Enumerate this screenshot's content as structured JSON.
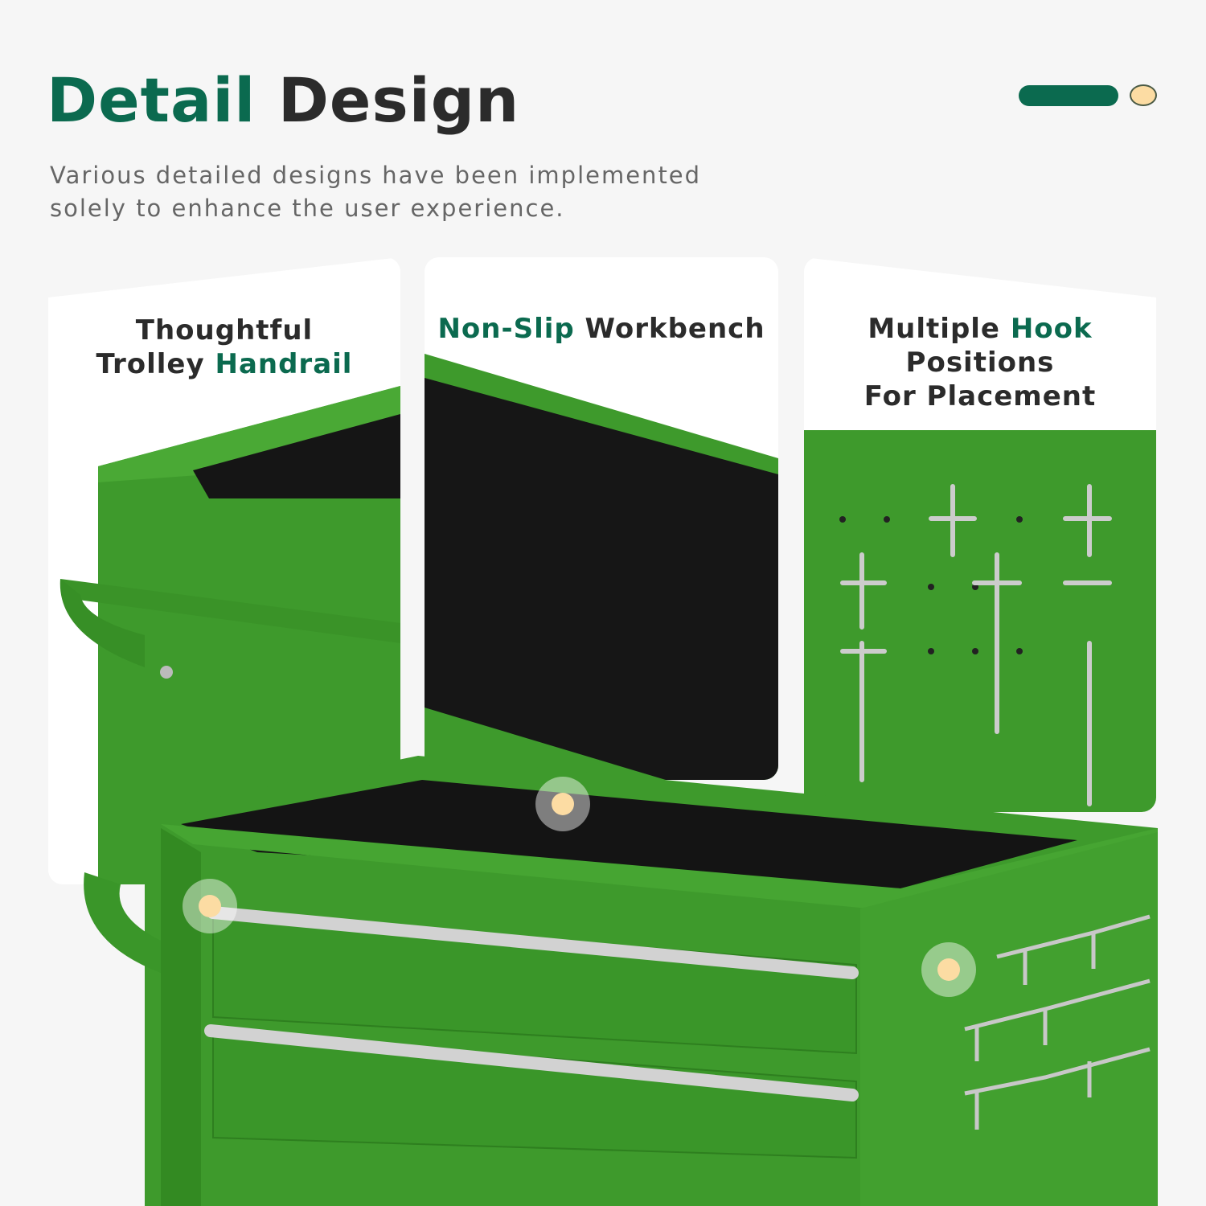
{
  "header": {
    "title_accent": "Detail",
    "title_rest": "Design",
    "subtitle_line1": "Various detailed designs have been implemented",
    "subtitle_line2": "solely to enhance the user experience."
  },
  "cards": [
    {
      "line1": "Thoughtful",
      "line2_plain": "Trolley ",
      "line2_accent": "Handrail"
    },
    {
      "accent": "Non-Slip",
      "plain": " Workbench"
    },
    {
      "line1_plain": "Multiple ",
      "line1_accent": "Hook",
      "line2": "Positions",
      "line3": "For Placement"
    }
  ],
  "colors": {
    "accent": "#0b6a4f",
    "product_green": "#3e9a2c",
    "mat": "#1a1a1a",
    "marker": "#fcdca3",
    "background": "#f6f6f6"
  }
}
